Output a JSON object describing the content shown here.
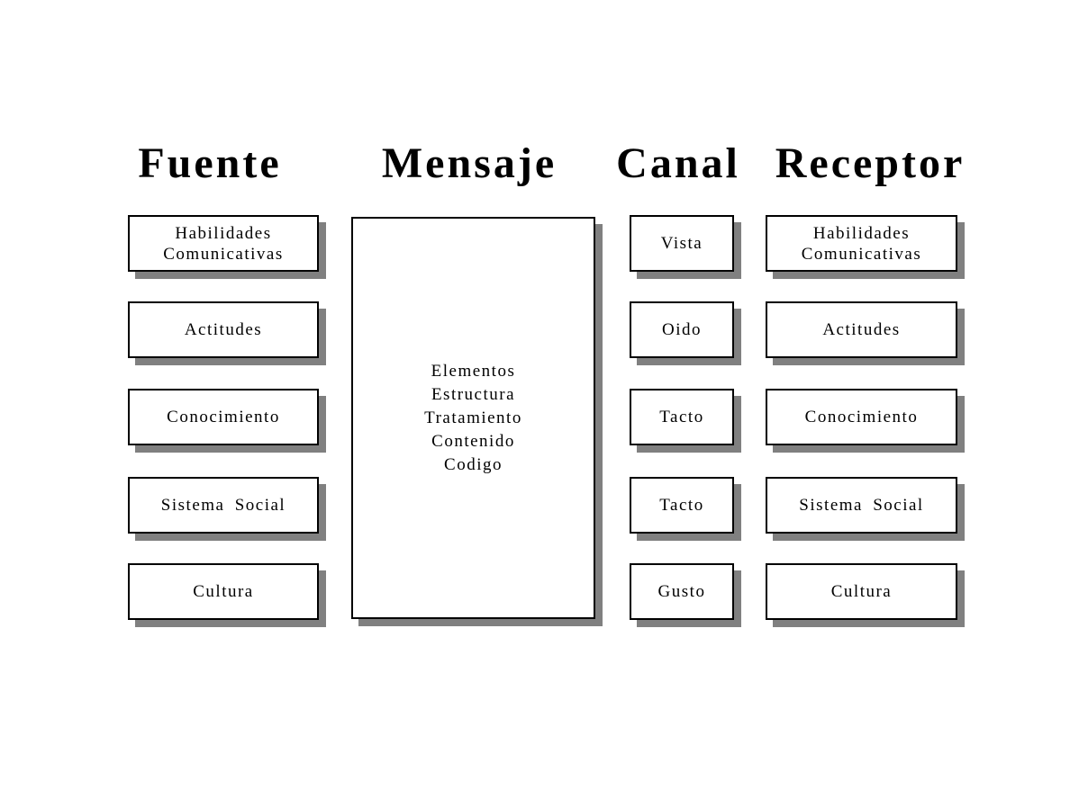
{
  "diagram": {
    "background_color": "#ffffff",
    "box_fill_color": "#ffffff",
    "box_border_color": "#000000",
    "shadow_color": "#808080",
    "columns": [
      {
        "id": "fuente",
        "title": "Fuente",
        "boxes": [
          "Habilidades Comunicativas",
          "Actitudes",
          "Conocimiento",
          "Sistema Social",
          "Cultura"
        ]
      },
      {
        "id": "mensaje",
        "title": "Mensaje",
        "lines": [
          "Elementos",
          "Estructura",
          "Tratamiento",
          "Contenido",
          "Codigo"
        ]
      },
      {
        "id": "canal",
        "title": "Canal",
        "boxes": [
          "Vista",
          "Oido",
          "Tacto",
          "Tacto",
          "Gusto"
        ]
      },
      {
        "id": "receptor",
        "title": "Receptor",
        "boxes": [
          "Habilidades Comunicativas",
          "Actitudes",
          "Conocimiento",
          "Sistema Social",
          "Cultura"
        ]
      }
    ]
  }
}
